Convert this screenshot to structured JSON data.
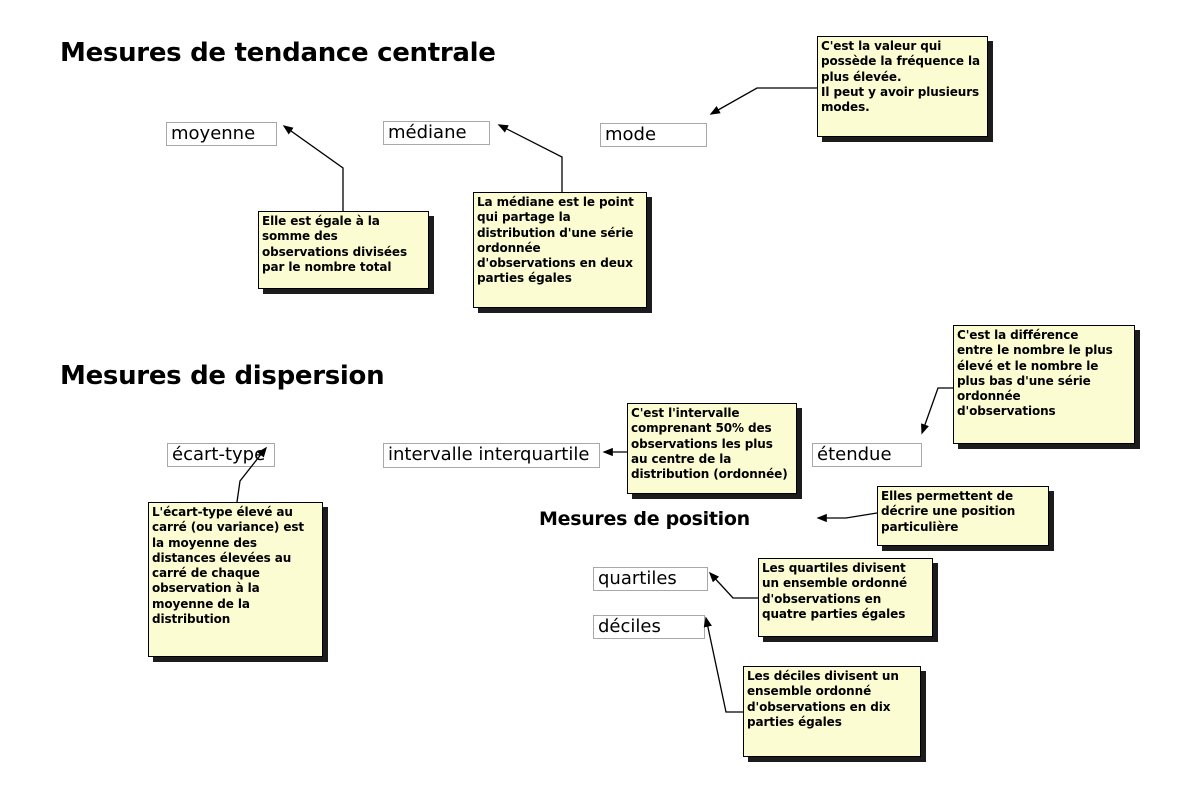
{
  "sections": {
    "central_tendency": {
      "title": "Mesures de tendance centrale"
    },
    "dispersion": {
      "title": "Mesures de dispersion"
    },
    "position": {
      "title": "Mesures de position"
    }
  },
  "concepts": {
    "moyenne": "moyenne",
    "mediane": "médiane",
    "mode": "mode",
    "ecart_type": "écart-type",
    "intervalle_interquartile": "intervalle interquartile",
    "etendue": "étendue",
    "quartiles": "quartiles",
    "deciles": "déciles"
  },
  "notes": {
    "moyenne": "Elle est égale à la\nsomme des\nobservations divisées\npar le nombre total",
    "mediane": "La médiane est le point\nqui partage la\ndistribution d'une série\nordonnée\nd'observations en deux\nparties égales",
    "mode": "C'est la valeur qui\npossède la fréquence la\nplus élevée.\nIl peut y avoir plusieurs\nmodes.",
    "ecart_type": "L'écart-type élevé au\ncarré (ou variance) est\nla moyenne des\ndistances élevées au\ncarré de chaque\nobservation à la\nmoyenne de la\ndistribution",
    "intervalle_interquartile": "C'est l'intervalle\ncomprenant 50% des\nobservations les plus\nau centre de la\ndistribution (ordonnée)",
    "etendue": "C'est la différence\nentre le nombre le plus\nélevé et le nombre le\nplus bas d'une série\nordonnée\nd'observations",
    "position": "Elles permettent de\ndécrire une position\nparticulière",
    "quartiles": "Les quartiles divisent\nun ensemble ordonné\nd'observations en\nquatre parties égales",
    "deciles": "Les déciles divisent un\nensemble ordonné\nd'observations en dix\nparties égales"
  },
  "colors": {
    "note_bg": "#fbfcd2",
    "note_border": "#000000",
    "note_shadow": "#1c1c1c",
    "box_bg": "#ffffff",
    "box_border": "#a8a8a8",
    "arrow": "#000000",
    "text": "#000000",
    "bg": "#ffffff"
  }
}
